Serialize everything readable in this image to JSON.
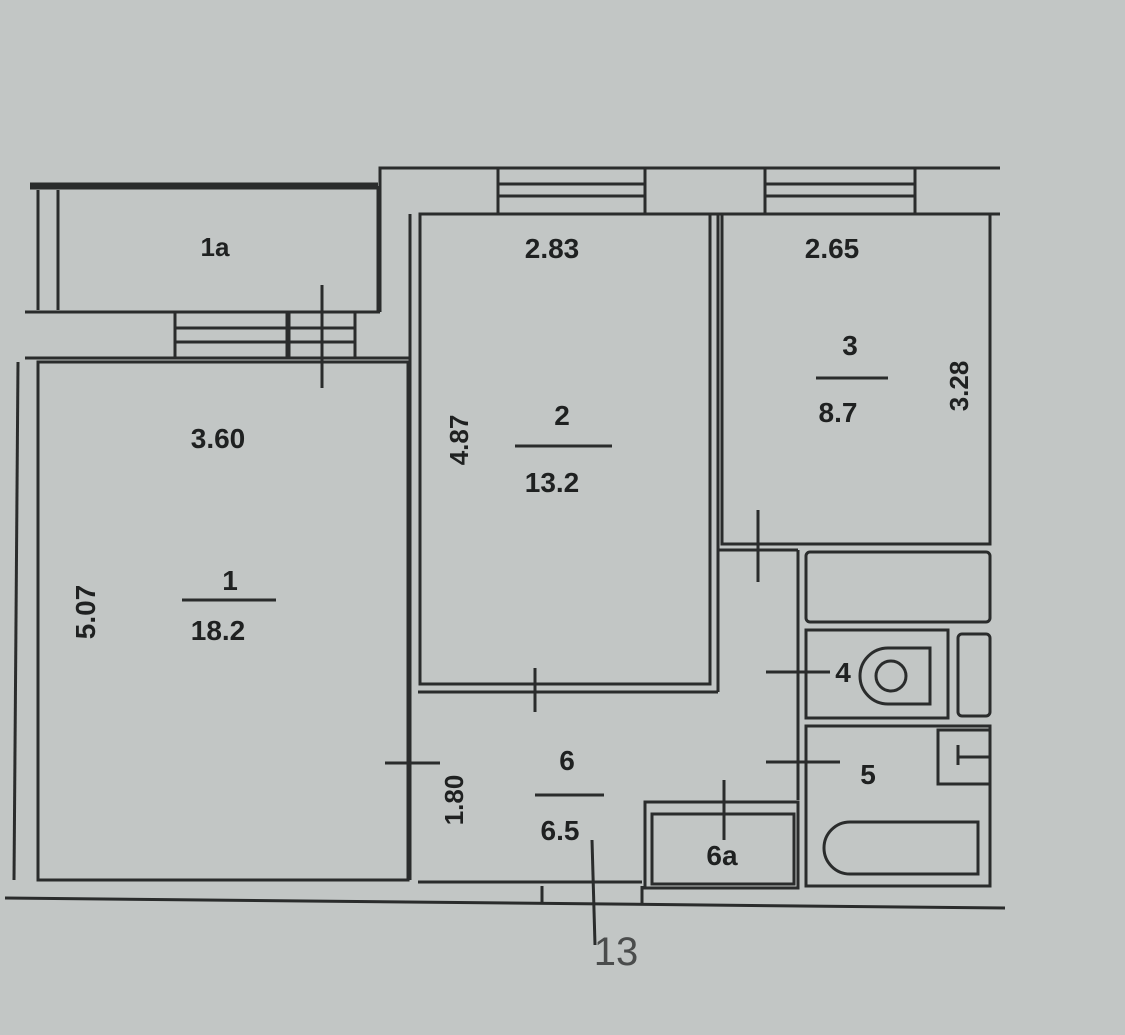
{
  "plan": {
    "background": "#c2c6c5",
    "line_color": "#2a2c2c",
    "rooms": [
      {
        "id": "1a",
        "label": "1а",
        "type": "balcony"
      },
      {
        "id": "1",
        "number": "1",
        "area": "18.2",
        "width": "3.60",
        "length": "5.07"
      },
      {
        "id": "2",
        "number": "2",
        "area": "13.2",
        "width": "2.83",
        "length": "4.87"
      },
      {
        "id": "3",
        "number": "3",
        "area": "8.7",
        "width": "2.65",
        "length": "3.28"
      },
      {
        "id": "4",
        "number": "4",
        "type": "toilet"
      },
      {
        "id": "5",
        "number": "5",
        "type": "bathroom"
      },
      {
        "id": "6",
        "number": "6",
        "area": "6.5",
        "width": "1.80",
        "type": "hallway"
      },
      {
        "id": "6a",
        "label": "6а",
        "type": "closet"
      }
    ],
    "apartment_number": "13"
  }
}
